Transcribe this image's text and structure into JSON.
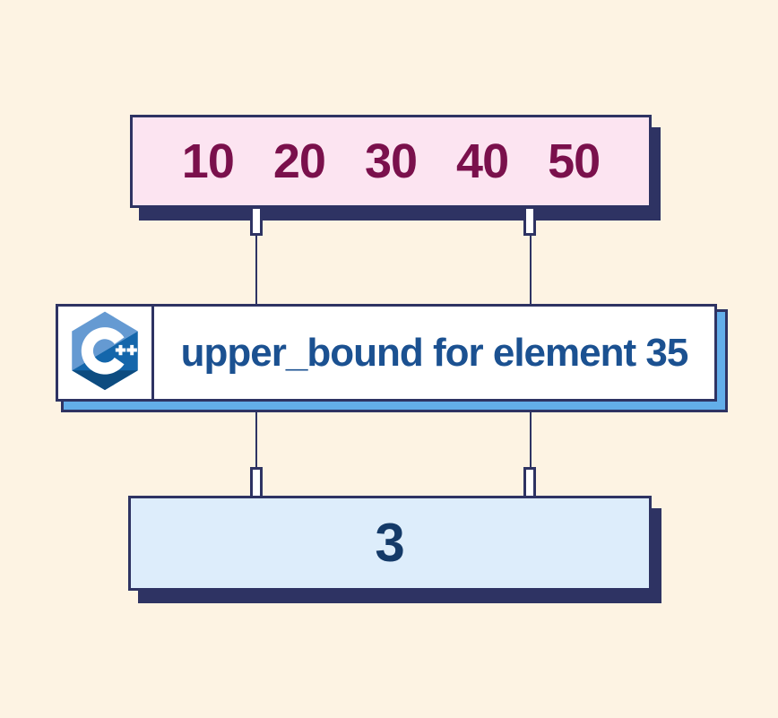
{
  "scene": {
    "background_color": "#fdf3e3",
    "outline_color": "#2e3363"
  },
  "array_box": {
    "values": [
      "10",
      "20",
      "30",
      "40",
      "50"
    ],
    "fill_color": "#fce4f1",
    "text_color": "#7a104c",
    "shadow_color": "#2e3363"
  },
  "function_box": {
    "label": "upper_bound for element 35",
    "text_color": "#1b5191",
    "fill_color": "#ffffff",
    "shadow_color": "#63aee9",
    "logo": {
      "name": "cpp-logo",
      "light_blue": "#659ad2",
      "mid_blue": "#1466ab",
      "dark_blue": "#0d4c80"
    }
  },
  "result_box": {
    "value": "3",
    "fill_color": "#ddedfb",
    "text_color": "#143a68",
    "shadow_color": "#2e3363"
  }
}
